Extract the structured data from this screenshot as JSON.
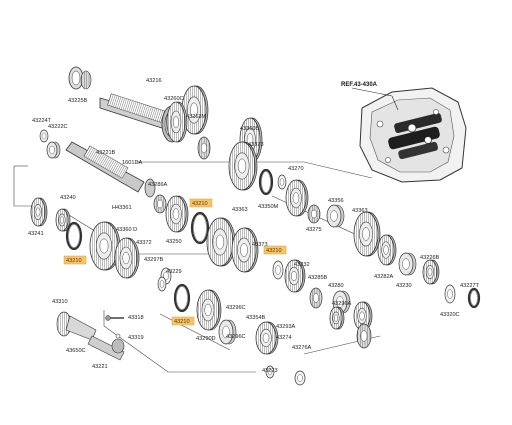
{
  "diagram": {
    "reference_label": "REF.43-430A",
    "highlighted_parts": [
      {
        "id": "hl-top",
        "code": "43210"
      },
      {
        "id": "hl-left",
        "code": "43210"
      },
      {
        "id": "hl-right",
        "code": "43210"
      },
      {
        "id": "hl-bottom",
        "code": "43210"
      }
    ],
    "parts": [
      {
        "id": "p01",
        "code": "43225B"
      },
      {
        "id": "p02",
        "code": "43216"
      },
      {
        "id": "p03",
        "code": "43224T"
      },
      {
        "id": "p04",
        "code": "43222C"
      },
      {
        "id": "p05",
        "code": "43260C"
      },
      {
        "id": "p06",
        "code": "43263M"
      },
      {
        "id": "p07",
        "code": "43221B"
      },
      {
        "id": "p08",
        "code": "1601DA"
      },
      {
        "id": "p09",
        "code": "43360B"
      },
      {
        "id": "p10",
        "code": "43373"
      },
      {
        "id": "p11",
        "code": "43270"
      },
      {
        "id": "p12",
        "code": "43286A"
      },
      {
        "id": "p13",
        "code": "43240"
      },
      {
        "id": "p14",
        "code": "H43361"
      },
      {
        "id": "p15",
        "code": "43363"
      },
      {
        "id": "p16",
        "code": "43350M"
      },
      {
        "id": "p17",
        "code": "43356"
      },
      {
        "id": "p18",
        "code": "43363"
      },
      {
        "id": "p19",
        "code": "43241"
      },
      {
        "id": "p20",
        "code": "43360 D"
      },
      {
        "id": "p21",
        "code": "43372"
      },
      {
        "id": "p22",
        "code": "43250"
      },
      {
        "id": "p23",
        "code": "43373"
      },
      {
        "id": "p24",
        "code": "43275"
      },
      {
        "id": "p25",
        "code": "43297B"
      },
      {
        "id": "p26",
        "code": "43229"
      },
      {
        "id": "p27",
        "code": "43282A"
      },
      {
        "id": "p28",
        "code": "43226B"
      },
      {
        "id": "p29",
        "code": "43280"
      },
      {
        "id": "p30",
        "code": "43230"
      },
      {
        "id": "p31",
        "code": "43227T"
      },
      {
        "id": "p32",
        "code": "43310"
      },
      {
        "id": "p33",
        "code": "43318"
      },
      {
        "id": "p34",
        "code": "43285B"
      },
      {
        "id": "p35",
        "code": "43296A"
      },
      {
        "id": "p36",
        "code": "43296C"
      },
      {
        "id": "p37",
        "code": "43354B"
      },
      {
        "id": "p38",
        "code": "43320C"
      },
      {
        "id": "p39",
        "code": "43319"
      },
      {
        "id": "p40",
        "code": "43290D"
      },
      {
        "id": "p41",
        "code": "43296C"
      },
      {
        "id": "p42",
        "code": "43293A"
      },
      {
        "id": "p43",
        "code": "43274"
      },
      {
        "id": "p44",
        "code": "43276A"
      },
      {
        "id": "p45",
        "code": "43650C"
      },
      {
        "id": "p46",
        "code": "43221"
      },
      {
        "id": "p47",
        "code": "43223"
      },
      {
        "id": "p48",
        "code": "43232"
      }
    ]
  }
}
